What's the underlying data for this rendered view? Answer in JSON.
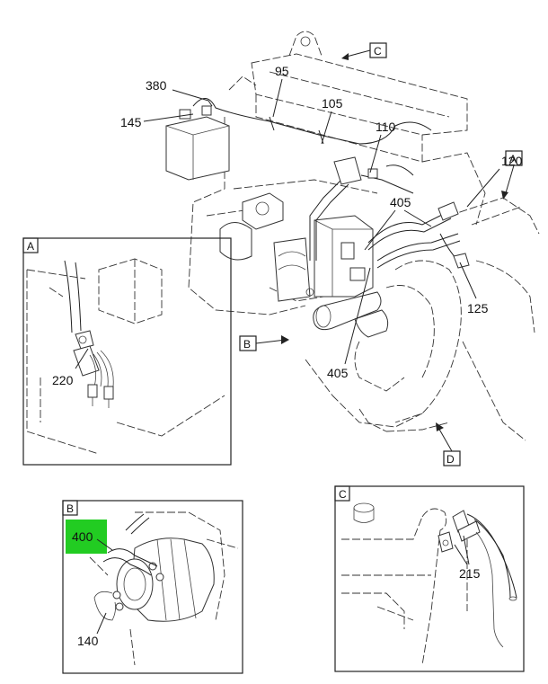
{
  "callouts": {
    "c95": "95",
    "c380": "380",
    "c145": "145",
    "c105": "105",
    "c110": "110",
    "c120": "120",
    "c405a": "405",
    "c405b": "405",
    "c125": "125",
    "c220": "220",
    "c400": "400",
    "c140": "140",
    "c215": "215"
  },
  "view_refs": {
    "main_c": "C",
    "main_a": "A",
    "main_b": "B",
    "main_d": "D",
    "inset_a": "A",
    "inset_b": "B",
    "inset_c": "C"
  },
  "colors": {
    "highlight": "#22cc22",
    "line": "#222222"
  }
}
